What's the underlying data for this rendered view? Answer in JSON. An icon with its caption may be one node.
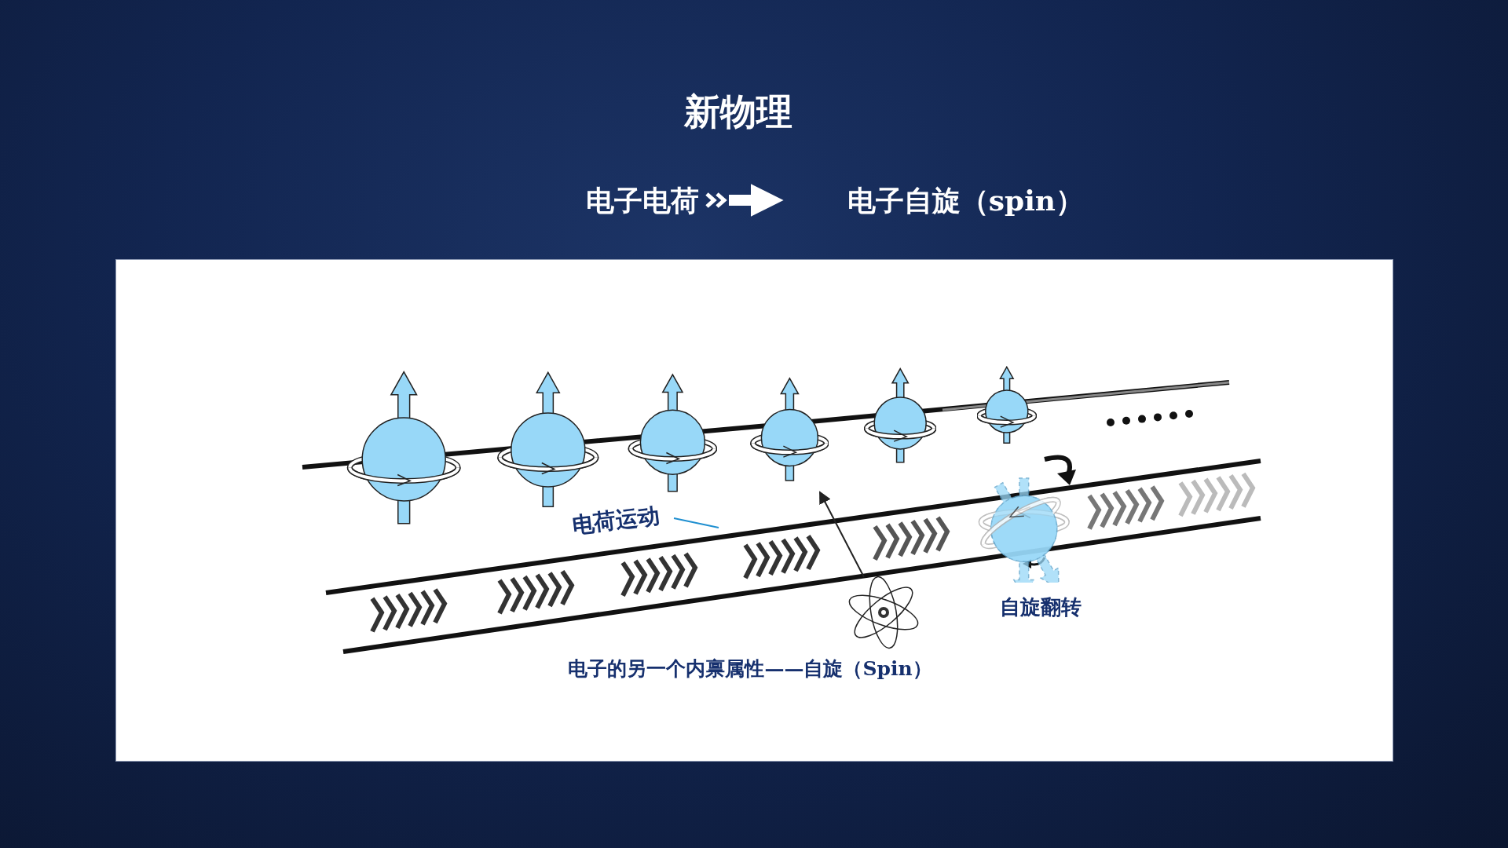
{
  "diagram": {
    "title": "新物理",
    "caption": "电子的另一个内禀属性——自旋（Spin）",
    "nodes": [
      {
        "text": [
          "电子电荷"
        ]
      },
      {
        "text": [
          "电子自旋（spin）"
        ]
      },
      {
        "text": [
          "电荷运动"
        ]
      },
      {
        "text": [],
        "shape": "circle"
      },
      {
        "text": [],
        "shape": "circle"
      },
      {
        "text": [],
        "shape": "circle"
      },
      {
        "text": [],
        "shape": "circle"
      },
      {
        "text": [],
        "shape": "circle"
      },
      {
        "text": [],
        "shape": "circle"
      },
      {
        "text": [],
        "shape": "circle",
        "beside": [
          "自旋翻转"
        ]
      },
      {
        "text": [],
        "shape": "picture"
      }
    ],
    "edges": [
      {
        "from": 0,
        "to": 1,
        "arrow": "to",
        "style": "thick",
        "color": "#ffffff"
      },
      {
        "from": 2,
        "to": null,
        "arrow": "none",
        "color": "#1f8fd0"
      },
      {
        "from": 10,
        "to": 6,
        "arrow": "to",
        "color": "#222222"
      }
    ]
  }
}
